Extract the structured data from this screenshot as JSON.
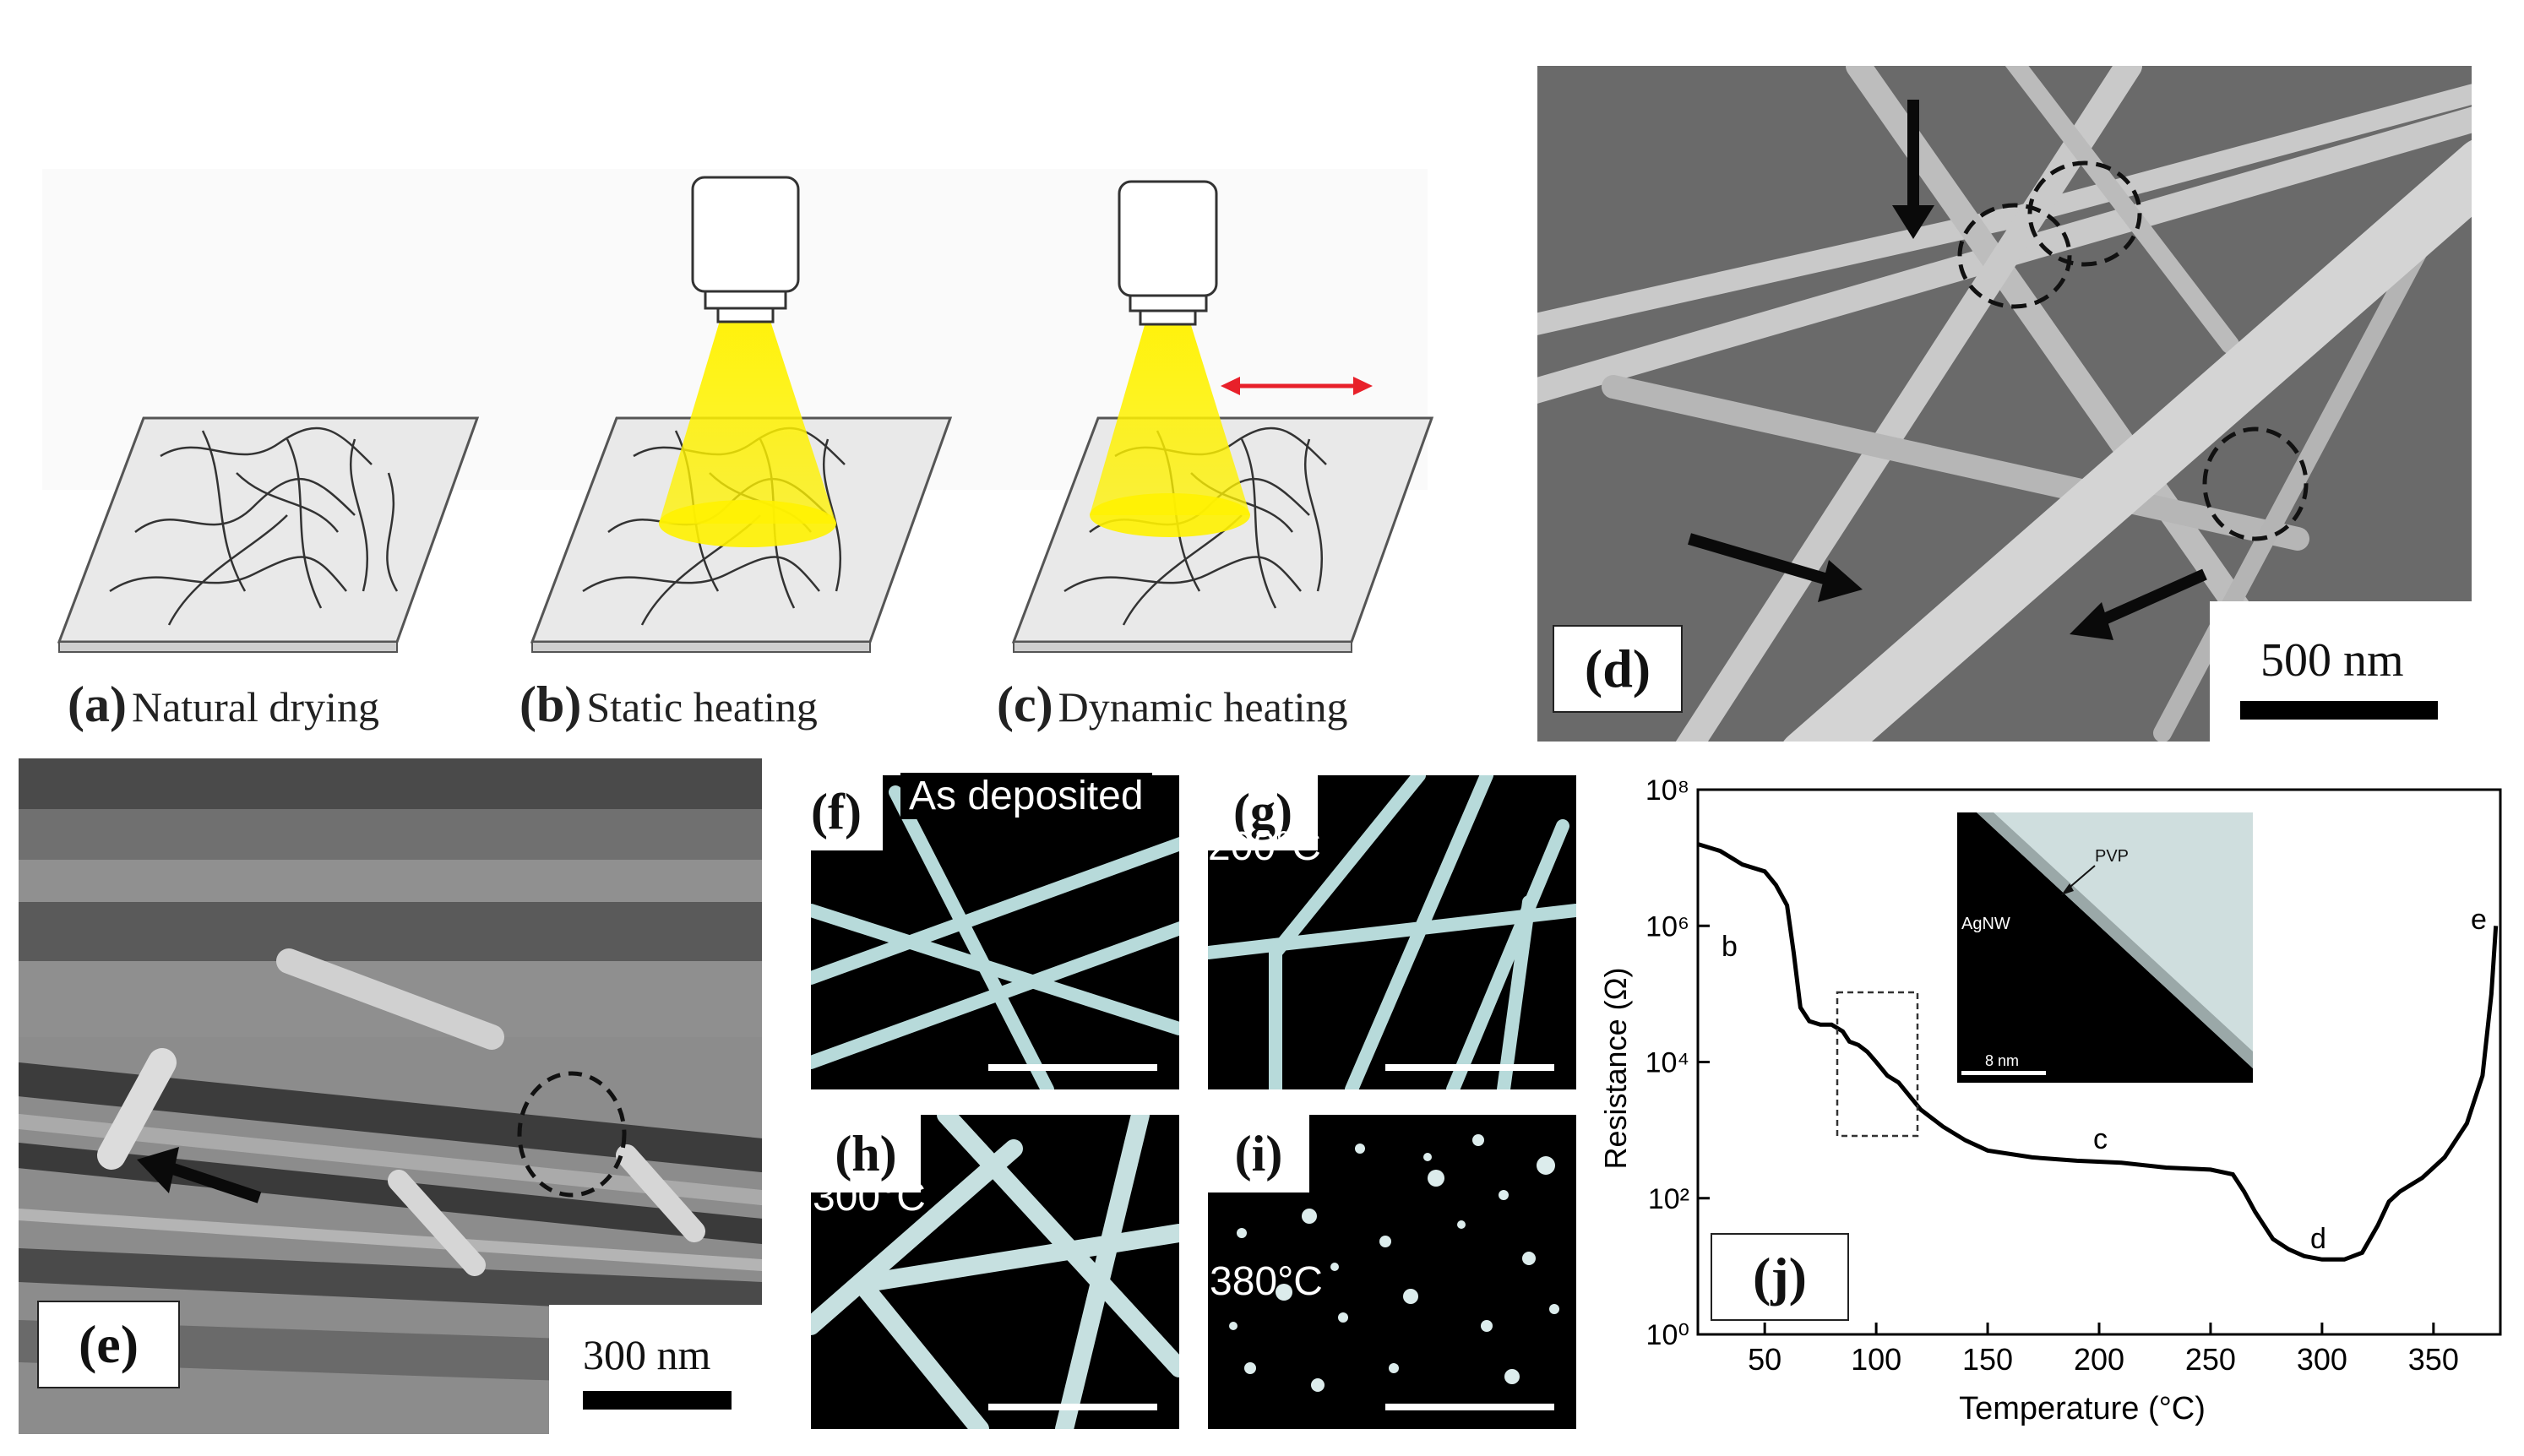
{
  "panels": {
    "a": {
      "label": "(a)",
      "caption": "Natural drying"
    },
    "b": {
      "label": "(b)",
      "caption": "Static heating"
    },
    "c": {
      "label": "(c)",
      "caption": "Dynamic heating"
    },
    "d": {
      "label": "(d)",
      "scale": "500 nm"
    },
    "e": {
      "label": "(e)",
      "scale": "300 nm"
    },
    "f": {
      "label": "(f)",
      "note": "As deposited"
    },
    "g": {
      "label": "(g)",
      "note": "200°C"
    },
    "h": {
      "label": "(h)",
      "note": "300°C"
    },
    "i": {
      "label": "(i)",
      "note": "380°C"
    },
    "j": {
      "label": "(j)"
    }
  },
  "colors": {
    "lamp_glow": "#fff200",
    "arrow": "#e8202a",
    "sem_bg": "#6a6a6a",
    "nanowire_tint": "#b8dcdc"
  },
  "chart_data": {
    "type": "line",
    "xlabel": "Temperature (°C)",
    "ylabel": "Resistance (Ω)",
    "xlim": [
      20,
      380
    ],
    "ylim_log10": [
      0,
      8
    ],
    "x_ticks": [
      "50",
      "100",
      "150",
      "200",
      "250",
      "300",
      "350"
    ],
    "y_ticks": [
      "10⁰",
      "10²",
      "10⁴",
      "10⁶",
      "10⁸"
    ],
    "log_y": true,
    "series": [
      {
        "x": [
          20,
          30,
          40,
          50,
          55,
          60,
          63,
          66,
          70,
          75,
          80,
          85,
          88,
          92,
          96,
          100,
          105,
          110,
          115,
          120,
          130,
          140,
          150,
          170,
          190,
          210,
          230,
          250,
          260,
          265,
          270,
          278,
          285,
          292,
          300,
          310,
          318,
          325,
          330,
          335,
          345,
          355,
          365,
          372,
          376,
          378
        ],
        "y_log10": [
          7.2,
          7.1,
          6.9,
          6.8,
          6.6,
          6.3,
          5.6,
          4.8,
          4.6,
          4.55,
          4.55,
          4.45,
          4.3,
          4.25,
          4.15,
          4.0,
          3.8,
          3.7,
          3.5,
          3.3,
          3.05,
          2.85,
          2.7,
          2.6,
          2.55,
          2.52,
          2.45,
          2.42,
          2.35,
          2.1,
          1.8,
          1.4,
          1.25,
          1.15,
          1.1,
          1.1,
          1.2,
          1.6,
          1.95,
          2.1,
          2.3,
          2.6,
          3.1,
          3.8,
          5.0,
          6.0
        ]
      }
    ],
    "point_labels": [
      "b",
      "c",
      "d",
      "e"
    ],
    "inset": {
      "texts": [
        "PVP",
        "AgNW",
        "8 nm"
      ]
    }
  }
}
